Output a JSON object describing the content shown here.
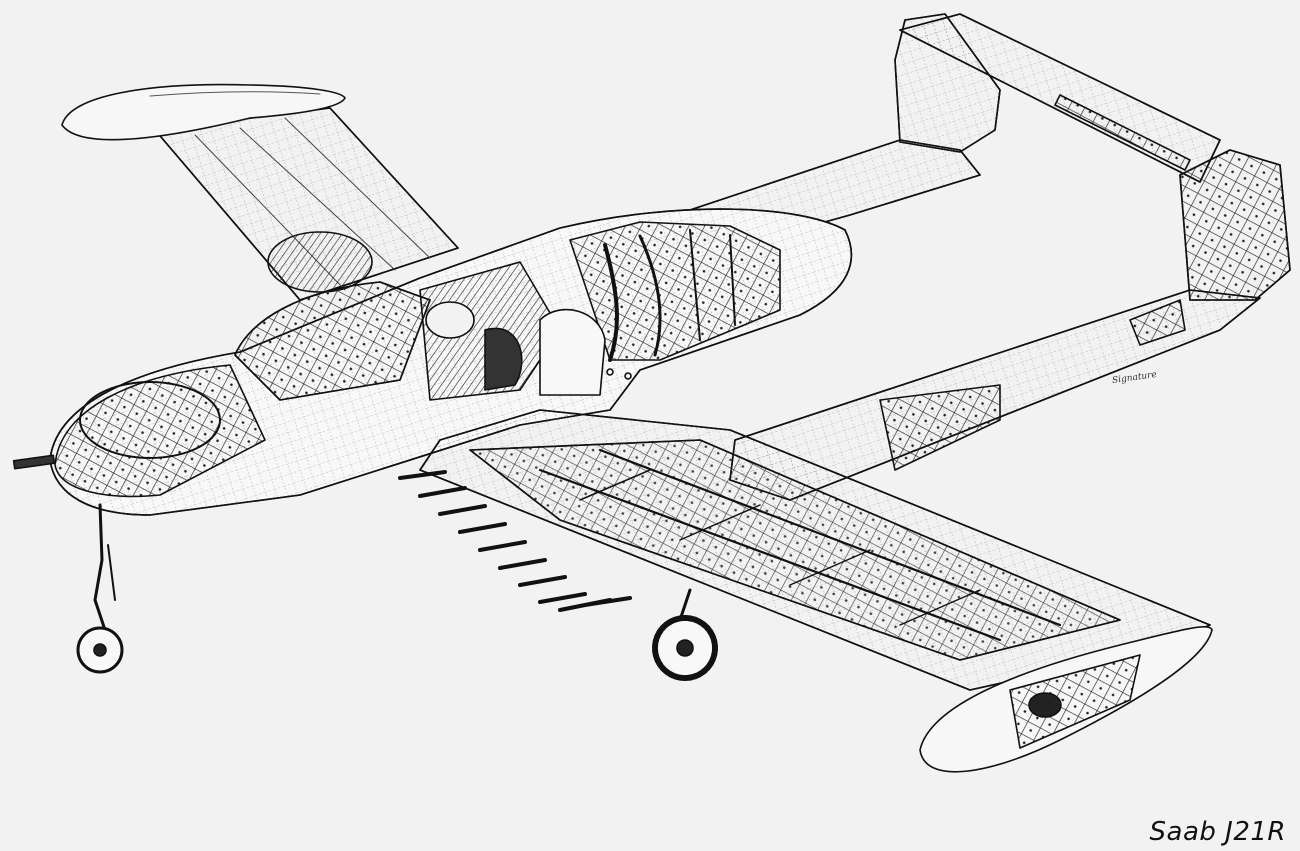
{
  "caption": "Saab J21R",
  "illustration": {
    "subject": "aircraft-cutaway",
    "ink_color": "#111111",
    "paper_color": "#f2f2f2",
    "artist_signature": "Signature"
  }
}
